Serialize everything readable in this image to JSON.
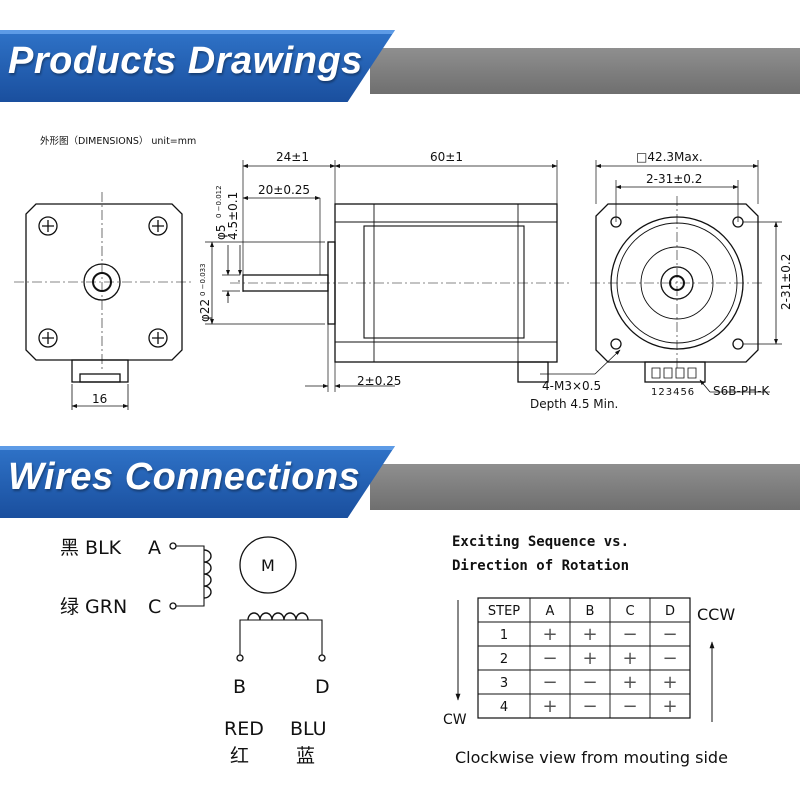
{
  "banners": {
    "drawings_title": "Products Drawings",
    "wires_title": "Wires Connections"
  },
  "drawing": {
    "dimensions_label": "外形图（DIMENSIONS） unit=mm",
    "front": {
      "width_label": "16"
    },
    "side": {
      "shaft_length": "24±1",
      "body_length": "60±1",
      "flat_length": "20±0.25",
      "shaft_dia_main": "φ5",
      "shaft_dia_tol": "0 −0.012",
      "flat_depth": "4.5±0.1",
      "boss_dia_main": "φ22",
      "boss_dia_tol": "0 −0.033",
      "boss_height": "2±0.25"
    },
    "back": {
      "frame_size": "□42.3Max.",
      "hole_spacing_h": "2-31±0.2",
      "hole_spacing_v": "2-31±0.2",
      "screw_spec": "4-M3×0.5",
      "screw_depth": "Depth 4.5 Min.",
      "connector": "S6B-PH-K",
      "pins": "123456"
    }
  },
  "wires": {
    "black_label": "黑 BLK",
    "black_phase": "A",
    "green_label": "绿 GRN",
    "green_phase": "C",
    "motor_label": "M",
    "phase_b": "B",
    "phase_d": "D",
    "red_en": "RED",
    "red_cn": "红",
    "blue_en": "BLU",
    "blue_cn": "蓝"
  },
  "sequence": {
    "title_line1": "Exciting Sequence vs.",
    "title_line2": "Direction of Rotation",
    "headers": [
      "STEP",
      "A",
      "B",
      "C",
      "D"
    ],
    "rows": [
      [
        "1",
        "+",
        "+",
        "−",
        "−"
      ],
      [
        "2",
        "−",
        "+",
        "+",
        "−"
      ],
      [
        "3",
        "−",
        "−",
        "+",
        "+"
      ],
      [
        "4",
        "+",
        "−",
        "−",
        "+"
      ]
    ],
    "ccw_label": "CCW",
    "cw_label": "CW",
    "caption": "Clockwise view from mouting side"
  },
  "colors": {
    "banner_blue": "#2462b4",
    "banner_gray": "#7a7a7a",
    "line": "#111111"
  }
}
